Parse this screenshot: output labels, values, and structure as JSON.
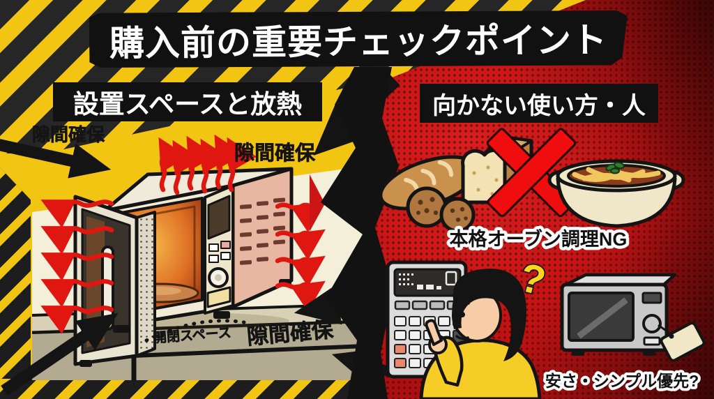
{
  "banner": {
    "title": "購入前の重要チェックポイント"
  },
  "left_panel": {
    "title": "設置スペースと放熱",
    "labels": {
      "gap_top_left": "隙間確保",
      "gap_top_right": "隙間確保",
      "gap_bottom": "隙間確保",
      "door_space": "開閉スペース"
    }
  },
  "right_panel": {
    "title": "向かない使い方・人",
    "ng_caption": "本格オーブン調理NG",
    "cheap_caption": "安さ・シンプル優先?",
    "question_mark": "?"
  },
  "colors": {
    "panel_yellow": "#F2C513",
    "panel_red": "#C01212",
    "ink_black": "#141414",
    "counter_cream": "#F4EFD8",
    "heat_arrow_red": "#E01711",
    "shirt_yellow": "#F6CC27"
  },
  "icons": {
    "heat_arrow": "red-wavy-arrow",
    "gap_arrow": "black-block-arrow",
    "ng_cross": "red-x",
    "question": "question-mark",
    "price_tag": "tag"
  }
}
